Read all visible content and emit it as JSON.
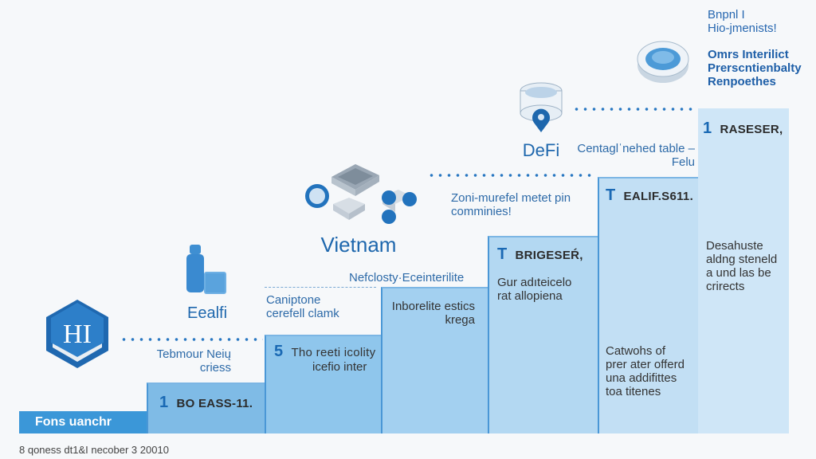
{
  "base_bar": {
    "label": "Fons uanchr"
  },
  "footer": {
    "text": "8 qoness dt1&I necober 3 20010"
  },
  "steps": [
    {
      "num": "1",
      "title": "BO EASS-11.",
      "body": ""
    },
    {
      "num": "5",
      "title": "Tho reeti icolity",
      "body": "icefio inter"
    },
    {
      "num": "",
      "title": "",
      "body": "Inborelite estics\nkrega"
    },
    {
      "num": "T",
      "title": "BRIGESEŔ,",
      "body": "Gur adıteicelo\nrat allopiena"
    },
    {
      "num": "T",
      "title": "EALIF.S611.",
      "body": "Catwohs of\nprer ater offerd\nuna addifittes\ntoa titenes"
    },
    {
      "num": "1",
      "title": "RASESER,",
      "body": "Desahuste\naldng steneld\na und las be\ncrirects"
    }
  ],
  "captions": {
    "c1": "Tebmour Neių\ncriess",
    "c2": "Caniptone\ncerefell clamk",
    "c3": "Nefclosty·Eceinterilite",
    "c4": "Zoni-murefel metet pin\ncomminies!",
    "c5": "Centaglˈnehed table –\nFelu",
    "c6": "Bnpnl I\nHio-jmenists!",
    "c7": "Omrs Interilict\nPrerscntienbalty\nRenpoethes"
  },
  "icons": {
    "hex_logo": {
      "text": "HI",
      "name": "hexagon-logo-icon"
    },
    "bottles": {
      "label": "Eealfi",
      "name": "bottle-jar-icon"
    },
    "vietnam": {
      "label": "Vietnam",
      "name": "isometric-network-icon"
    },
    "defi": {
      "label": "DeFi",
      "name": "location-pin-cylinder-icon"
    },
    "disc": {
      "label": "",
      "name": "coin-disc-icon"
    }
  },
  "colors": {
    "accent": "#1e67ad",
    "bar_dark": "#3b97d8",
    "bar_mid": "#8cc3ea",
    "bar_light": "#cfe6f7",
    "background": "#f6f8fa"
  }
}
